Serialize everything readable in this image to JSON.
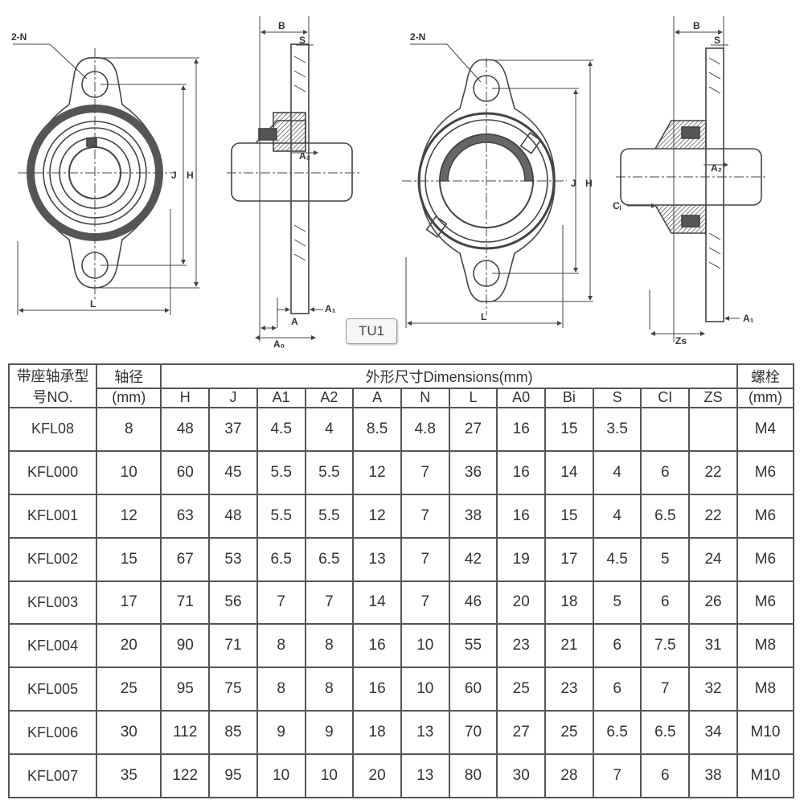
{
  "drawing": {
    "callout_holes": "2-N",
    "labels": {
      "B": "B",
      "S": "S",
      "J": "J",
      "H": "H",
      "L": "L",
      "A": "A",
      "A0": "A₀",
      "A1": "A₁",
      "A2": "A₂",
      "Ci": "Cᵢ",
      "Zs": "Zs"
    },
    "badge": "TU1"
  },
  "table": {
    "headers": {
      "model": "带座轴承型号NO.",
      "shaft": "轴径",
      "shaft_unit": "(mm)",
      "dimensions": "外形尺寸Dimensions(mm)",
      "bolt": "螺栓",
      "bolt_unit": "(mm)",
      "dim_columns": [
        "H",
        "J",
        "A1",
        "A2",
        "A",
        "N",
        "L",
        "A0",
        "Bi",
        "S",
        "CI",
        "ZS"
      ]
    },
    "rows": [
      [
        "KFL08",
        "8",
        "48",
        "37",
        "4.5",
        "4",
        "8.5",
        "4.8",
        "27",
        "16",
        "15",
        "3.5",
        "",
        "",
        "M4"
      ],
      [
        "KFL000",
        "10",
        "60",
        "45",
        "5.5",
        "5.5",
        "12",
        "7",
        "36",
        "16",
        "14",
        "4",
        "6",
        "22",
        "M6"
      ],
      [
        "KFL001",
        "12",
        "63",
        "48",
        "5.5",
        "5.5",
        "12",
        "7",
        "38",
        "16",
        "15",
        "4",
        "6.5",
        "22",
        "M6"
      ],
      [
        "KFL002",
        "15",
        "67",
        "53",
        "6.5",
        "6.5",
        "13",
        "7",
        "42",
        "19",
        "17",
        "4.5",
        "5",
        "24",
        "M6"
      ],
      [
        "KFL003",
        "17",
        "71",
        "56",
        "7",
        "7",
        "14",
        "7",
        "46",
        "20",
        "18",
        "5",
        "6",
        "26",
        "M6"
      ],
      [
        "KFL004",
        "20",
        "90",
        "71",
        "8",
        "8",
        "16",
        "10",
        "55",
        "23",
        "21",
        "6",
        "7.5",
        "31",
        "M8"
      ],
      [
        "KFL005",
        "25",
        "95",
        "75",
        "8",
        "8",
        "16",
        "10",
        "60",
        "25",
        "23",
        "6",
        "7",
        "32",
        "M8"
      ],
      [
        "KFL006",
        "30",
        "112",
        "85",
        "9",
        "9",
        "18",
        "13",
        "70",
        "27",
        "25",
        "6.5",
        "6.5",
        "34",
        "M10"
      ],
      [
        "KFL007",
        "35",
        "122",
        "95",
        "10",
        "10",
        "20",
        "13",
        "80",
        "30",
        "28",
        "7",
        "6",
        "38",
        "M10"
      ]
    ]
  }
}
